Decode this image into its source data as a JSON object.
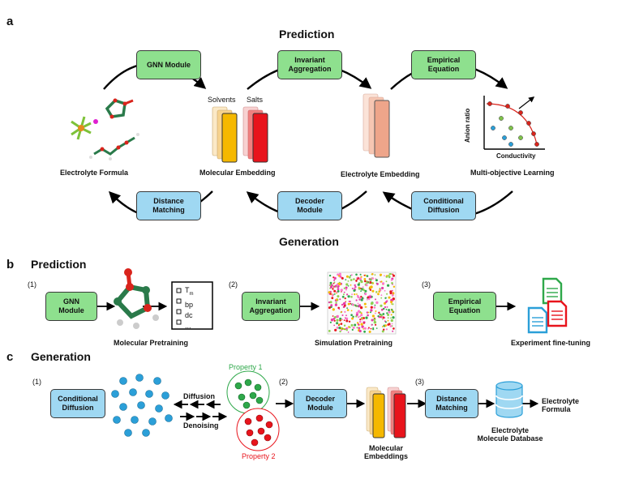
{
  "panels": {
    "a": "a",
    "b": "b",
    "c": "c"
  },
  "section_a": {
    "top_title": "Prediction",
    "bottom_title": "Generation",
    "top_modules": [
      "GNN Module",
      "Invariant\nAggregation",
      "Empirical\nEquation"
    ],
    "bottom_modules": [
      "Distance\nMatching",
      "Decoder\nModule",
      "Conditional\nDiffusion"
    ],
    "stages": [
      "Electrolyte Formula",
      "Molecular Embedding",
      "Electrolyte Embedding",
      "Multi-objective Learning"
    ],
    "solvents_label": "Solvents",
    "salts_label": "Salts",
    "plot_ylabel": "Anion ratio",
    "plot_xlabel": "Conductivity"
  },
  "section_b": {
    "title": "Prediction",
    "steps": [
      {
        "num": "(1)",
        "module": "GNN\nModule",
        "caption": "Molecular Pretraining"
      },
      {
        "num": "(2)",
        "module": "Invariant\nAggregation",
        "caption": "Simulation Pretraining"
      },
      {
        "num": "(3)",
        "module": "Empirical\nEquation",
        "caption": "Experiment fine-tuning"
      }
    ],
    "checklist": [
      "T",
      "bp",
      "dc",
      "..."
    ],
    "checklist_sub": "m"
  },
  "section_c": {
    "title": "Generation",
    "steps": [
      {
        "num": "(1)",
        "module": "Conditional\nDiffusion"
      },
      {
        "num": "(2)",
        "module": "Decoder\nModule"
      },
      {
        "num": "(3)",
        "module": "Distance\nMatching"
      }
    ],
    "diffusion_label": "Diffusion",
    "denoising_label": "Denoising",
    "property1": "Property 1",
    "property2": "Property 2",
    "embeddings_label": "Molecular\nEmbeddings",
    "database_label": "Electrolyte\nMolecule Database",
    "output_label": "Electrolyte\nFormula"
  },
  "colors": {
    "module_green": "#8ee08e",
    "module_blue": "#9fd8f2",
    "solvent": "#f5b800",
    "salt": "#e8141c",
    "electrolyte": "#eea58a",
    "property1": "#2ea84a",
    "property2": "#e8141c",
    "noise_dot": "#2b9fd8"
  },
  "icons": [
    "molecule-icon",
    "checklist-icon",
    "simulation-box-icon",
    "document-icon",
    "database-icon",
    "scatter-plot-icon"
  ]
}
